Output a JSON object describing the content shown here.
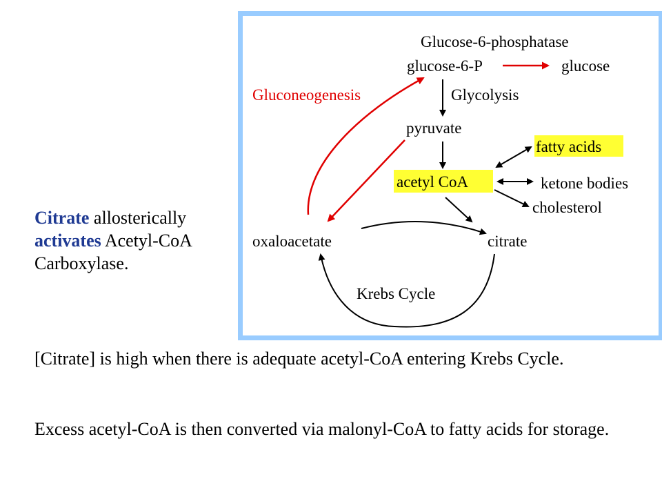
{
  "side_note": {
    "part1": "Citrate",
    "part2": " allosterically ",
    "part3": "activates",
    "part4": " Acetyl-CoA Carboxylase."
  },
  "paragraphs": {
    "p1": "[Citrate] is high when there is adequate acetyl-CoA entering Krebs Cycle.",
    "p2": "Excess acetyl-CoA is then converted via malonyl-CoA to fatty acids for storage."
  },
  "diagram": {
    "enzyme": "Glucose-6-phosphatase",
    "glucose6p": "glucose-6-P",
    "glucose": "glucose",
    "gluconeogenesis": "Gluconeogenesis",
    "glycolysis": "Glycolysis",
    "pyruvate": "pyruvate",
    "fatty_acids": "fatty acids",
    "acetyl_coa": "acetyl CoA",
    "ketone_bodies": "ketone bodies",
    "cholesterol": "cholesterol",
    "oxaloacetate": "oxaloacetate",
    "citrate": "citrate",
    "krebs": "Krebs Cycle"
  },
  "colors": {
    "frame": "#99ccff",
    "highlight": "#ffff33",
    "red": "#e00000",
    "blue_text": "#1f3a93"
  }
}
